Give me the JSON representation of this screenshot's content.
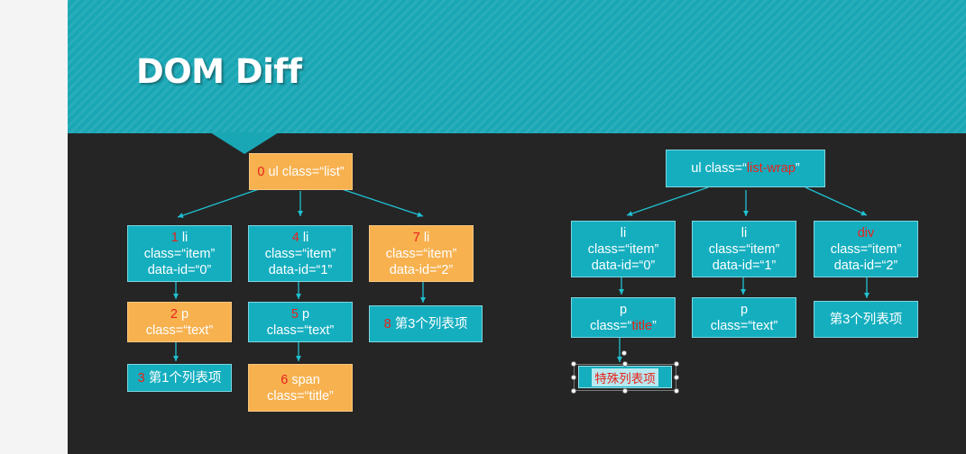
{
  "slide": {
    "title": "DOM Diff"
  },
  "diagram": {
    "old_tree": {
      "root": {
        "num": "0",
        "text": "ul class=“list”"
      },
      "li_1": {
        "num": "1",
        "tag": "li",
        "cls": "class=“item”",
        "data": "data-id=“0”"
      },
      "li_4": {
        "num": "4",
        "tag": "li",
        "cls": "class=“item”",
        "data": "data-id=“1”"
      },
      "li_7": {
        "num": "7",
        "tag": "li",
        "cls": "class=“item”",
        "data": "data-id=“2”"
      },
      "p_2": {
        "num": "2",
        "tag": "p",
        "cls": "class=“text”"
      },
      "p_5": {
        "num": "5",
        "tag": "p",
        "cls": "class=“text”"
      },
      "text_8": {
        "num": "8",
        "text": "第3个列表项"
      },
      "text_3": {
        "num": "3",
        "text": "第1个列表项"
      },
      "span_6": {
        "num": "6",
        "tag": "span",
        "cls": "class=“title”"
      }
    },
    "new_tree": {
      "root": {
        "prefix": "ul class=“",
        "cls_value": "list-wrap",
        "suffix": "”"
      },
      "li_a": {
        "tag": "li",
        "cls": "class=“item”",
        "data": "data-id=“0”"
      },
      "li_b": {
        "tag": "li",
        "cls": "class=“item”",
        "data": "data-id=“1”"
      },
      "div_c": {
        "tag": "div",
        "cls": "class=“item”",
        "data": "data-id=“2”"
      },
      "p_a": {
        "tag": "p",
        "cls_prefix": "class=“",
        "cls_value": "title",
        "cls_suffix": "”"
      },
      "p_b": {
        "tag": "p",
        "cls": "class=“text”"
      },
      "text_c": {
        "text": "第3个列表项"
      },
      "special": {
        "text": "特殊列表项"
      }
    }
  },
  "colors": {
    "teal": "#14aebf",
    "orange": "#f7b14f",
    "red": "#e8231b",
    "header": "#1aa7b5",
    "background": "#252525"
  }
}
